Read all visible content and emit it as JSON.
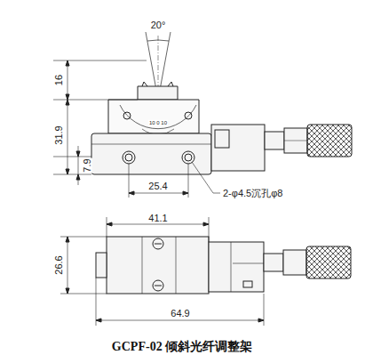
{
  "diagram": {
    "caption": "GCPF-02 倾斜光纤调整架",
    "labels": [
      "20°",
      "16",
      "31.9",
      "7.9",
      "10 0 10",
      "25.4",
      "2-φ4.5沉孔φ8",
      "41.1",
      "26.6",
      "64.9"
    ]
  }
}
